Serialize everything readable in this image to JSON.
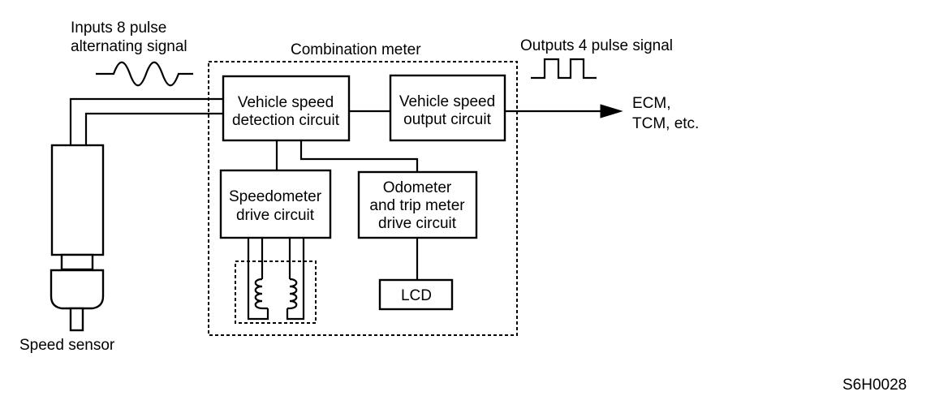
{
  "labels": {
    "input_line1": "Inputs 8 pulse",
    "input_line2": "alternating signal",
    "meter_title": "Combination meter",
    "output_signal": "Outputs 4 pulse signal",
    "detect_line1": "Vehicle speed",
    "detect_line2": "detection circuit",
    "output_line1": "Vehicle speed",
    "output_line2": "output circuit",
    "speedo_line1": "Speedometer",
    "speedo_line2": "drive circuit",
    "odo_line1": "Odometer",
    "odo_line2": "and trip meter",
    "odo_line3": "drive circuit",
    "lcd": "LCD",
    "dest_line1": "ECM,",
    "dest_line2": "TCM, etc.",
    "sensor": "Speed sensor",
    "figure_code": "S6H0028"
  }
}
